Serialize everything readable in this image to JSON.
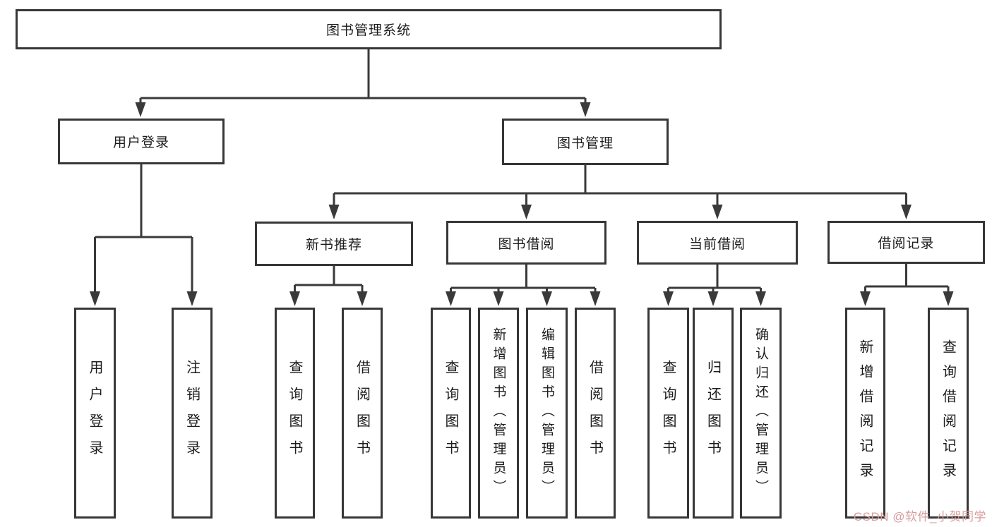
{
  "diagram": {
    "nodes": {
      "root": "图书管理系统",
      "level2": [
        "用户登录",
        "图书管理"
      ],
      "level3": [
        "新书推荐",
        "图书借阅",
        "当前借阅",
        "借阅记录"
      ],
      "leaves": [
        "用户登录",
        "注销登录",
        "查询图书",
        "借阅图书",
        "查询图书",
        "新增图书（管理员）",
        "编辑图书（管理员）",
        "借阅图书",
        "查询图书",
        "归还图书",
        "确认归还（管理员）",
        "新增借阅记录",
        "查询借阅记录"
      ]
    },
    "colors": {
      "line": "#3a3a3a",
      "box_border": "#373737",
      "text": "#1c1c1c",
      "background": "#ffffff",
      "watermark": "#d69898"
    },
    "watermark": "CSDN @软件_小贺同学"
  }
}
